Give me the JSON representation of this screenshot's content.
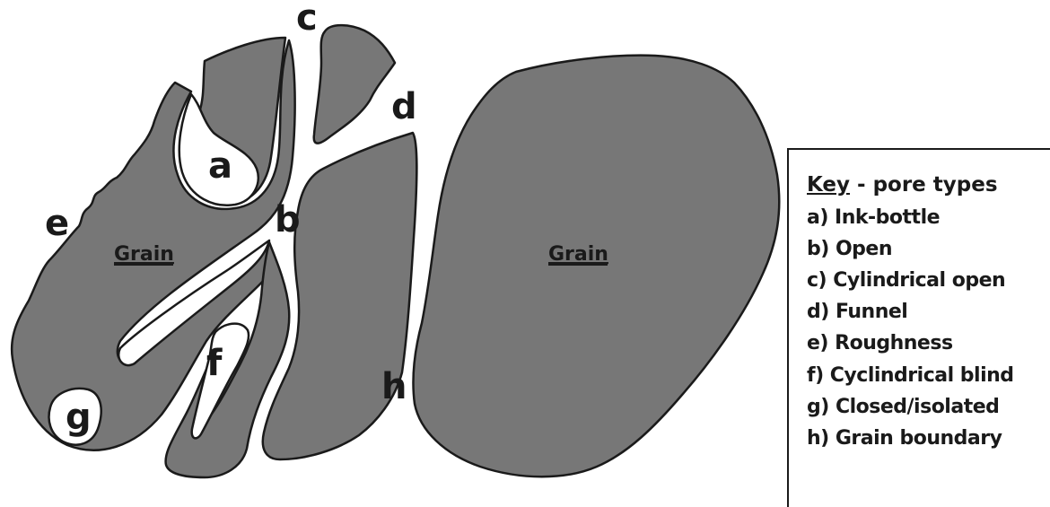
{
  "labels": {
    "a": "a",
    "b": "b",
    "c": "c",
    "d": "d",
    "e": "e",
    "f": "f",
    "g": "g",
    "h": "h"
  },
  "grain_left_label": "Grain",
  "grain_right_label": "Grain",
  "key": {
    "title_word": "Key",
    "title_rest": " - pore types",
    "items": [
      "a) Ink-bottle",
      "b) Open",
      "c) Cylindrical open",
      "d) Funnel",
      "e) Roughness",
      "f) Cyclindrical blind",
      "g) Closed/isolated",
      "h) Grain boundary"
    ]
  },
  "colors": {
    "grain_fill": "#777777",
    "outline": "#1a1a1a",
    "background": "#ffffff"
  }
}
